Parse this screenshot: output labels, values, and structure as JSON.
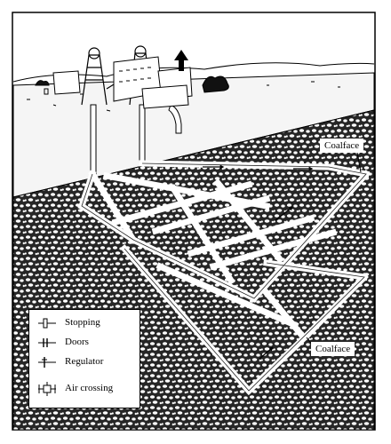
{
  "labels": {
    "coalface_top": "Coalface",
    "coalface_bottom": "Coalface"
  },
  "legend": {
    "stopping": "Stopping",
    "doors": "Doors",
    "regulator": "Regulator",
    "air_crossing": "Air crossing"
  },
  "colors": {
    "ink": "#000000",
    "paper": "#ffffff",
    "rock_fill": "#2a2a2a",
    "rock_speck": "#ffffff"
  },
  "icons": [
    "ventilation-airflow-arrow",
    "mine-headframe",
    "stopping-symbol",
    "doors-symbol",
    "regulator-symbol",
    "air-crossing-symbol"
  ]
}
